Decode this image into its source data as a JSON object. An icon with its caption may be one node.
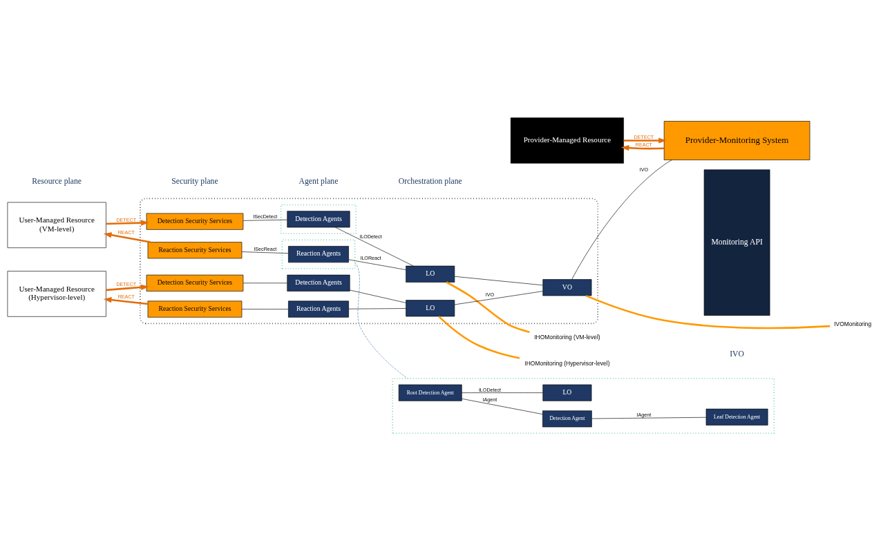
{
  "diagram": {
    "nodes": [
      {
        "text": [],
        "shape": "box"
      },
      {
        "text": [
          "User-Managed Resource",
          "(VM-level)"
        ]
      },
      {
        "text": [
          "User-Managed Resource",
          "(Hypervisor-level)"
        ]
      },
      {
        "text": [
          "Provider-Managed Resource"
        ]
      },
      {
        "text": [
          "Detection Security Services"
        ],
        "in": 0
      },
      {
        "text": [
          "Reaction Security Services"
        ],
        "in": 0
      },
      {
        "text": [
          "Detection Security Services"
        ],
        "in": 0
      },
      {
        "text": [
          "Reaction Security Services"
        ],
        "in": 0
      },
      {
        "text": [],
        "shape": "ellipse",
        "in": 0
      },
      {
        "text": [
          "Detection Agents"
        ],
        "in": 8
      },
      {
        "text": [],
        "shape": "ellipse",
        "in": 0
      },
      {
        "text": [
          "Reaction Agents"
        ],
        "in": 10
      },
      {
        "text": [
          "Detection Agents"
        ],
        "in": 0
      },
      {
        "text": [
          "Reaction Agents"
        ],
        "in": 0
      },
      {
        "text": [
          "LO"
        ],
        "in": 0
      },
      {
        "text": [
          "LO"
        ],
        "in": 0
      },
      {
        "text": [
          "VO"
        ],
        "in": 0
      },
      {
        "text": [
          "Provider-Monitoring System"
        ]
      },
      {
        "text": [
          "Monitoring API"
        ]
      },
      {
        "text": [
          "IHOMonitoring (VM-level)"
        ]
      },
      {
        "text": [
          "IVOMonitoring"
        ]
      },
      {
        "text": [
          "IHOMonitoring (Hypervisor-level)"
        ]
      },
      {
        "text": [],
        "shape": "ellipse"
      },
      {
        "text": [
          "Root Detection Agent"
        ],
        "in": 22
      },
      {
        "text": [
          "Detection Agent"
        ],
        "in": 22
      },
      {
        "text": [
          "Leaf Detection Agent"
        ],
        "in": 22
      },
      {
        "text": [
          "LO"
        ],
        "in": 22
      }
    ],
    "edges": [
      {
        "from": 1,
        "to": 4,
        "arrow": "to",
        "label": "DETECT",
        "style": "thick",
        "color": "#e36c0a"
      },
      {
        "from": 5,
        "to": 1,
        "arrow": "to",
        "label": "REACT",
        "style": "thick",
        "color": "#e36c0a"
      },
      {
        "from": 2,
        "to": 6,
        "arrow": "to",
        "label": "DETECT",
        "style": "thick",
        "color": "#e36c0a"
      },
      {
        "from": 7,
        "to": 2,
        "arrow": "to",
        "label": "REACT",
        "style": "thick",
        "color": "#e36c0a"
      },
      {
        "from": 3,
        "to": 17,
        "arrow": "to",
        "label": "DETECT",
        "style": "thick",
        "color": "#e36c0a"
      },
      {
        "from": 17,
        "to": 3,
        "arrow": "to",
        "label": "REACT",
        "style": "thick",
        "color": "#e36c0a"
      },
      {
        "from": 4,
        "to": 9,
        "arrow": "none",
        "label": "ISecDetect"
      },
      {
        "from": 5,
        "to": 11,
        "arrow": "none",
        "label": "ISecReact"
      },
      {
        "from": 6,
        "to": 12,
        "arrow": "none"
      },
      {
        "from": 7,
        "to": 13,
        "arrow": "none"
      },
      {
        "from": 9,
        "to": 14,
        "arrow": "none",
        "label": "ILODetect"
      },
      {
        "from": 11,
        "to": 14,
        "arrow": "none",
        "label": "ILOReact"
      },
      {
        "from": 12,
        "to": 15,
        "arrow": "none"
      },
      {
        "from": 13,
        "to": 15,
        "arrow": "none"
      },
      {
        "from": 14,
        "to": 16,
        "arrow": "none"
      },
      {
        "from": 15,
        "to": 16,
        "arrow": "none",
        "label": "IVO"
      },
      {
        "from": 16,
        "to": 17,
        "arrow": "none",
        "label": "IVO"
      },
      {
        "from": 14,
        "to": 19,
        "arrow": "none",
        "style": "thick",
        "color": "#ff9900"
      },
      {
        "from": 16,
        "to": 20,
        "arrow": "none",
        "style": "thick",
        "color": "#ff9900"
      },
      {
        "from": 15,
        "to": 21,
        "arrow": "none",
        "style": "thick",
        "color": "#ff9900"
      },
      {
        "from": 10,
        "to": 22,
        "arrow": "none",
        "style": "dashed",
        "color": "#4f81bd"
      },
      {
        "from": 23,
        "to": 24,
        "arrow": "none",
        "label": "IAgent"
      },
      {
        "from": 24,
        "to": 25,
        "arrow": "none",
        "label": "IAgent"
      },
      {
        "from": 23,
        "to": 26,
        "arrow": "none",
        "label": "ILODetect"
      }
    ],
    "labels": [
      "IVO",
      "Resource plane",
      "Security plane",
      "Agent plane",
      "Orchestration plane"
    ]
  }
}
